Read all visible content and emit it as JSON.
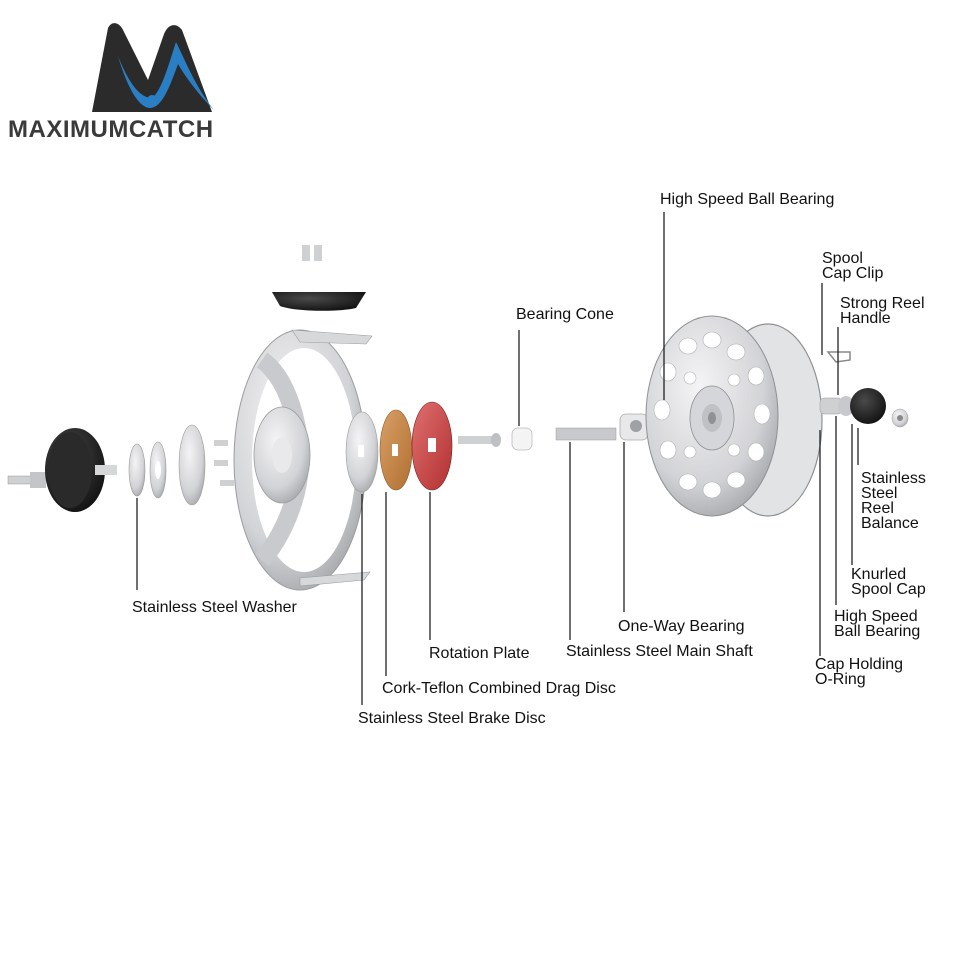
{
  "brand": {
    "name": "MAXIMUMCATCH",
    "logo_colors": {
      "dark": "#2b2b2b",
      "blue": "#2a7fc4"
    }
  },
  "labels": {
    "stainless_steel_washer": "Stainless  Steel Washer",
    "stainless_steel_brake_disc": "Stainless Steel Brake Disc",
    "cork_teflon_drag_disc": "Cork-Teflon Combined Drag Disc",
    "rotation_plate": "Rotation Plate",
    "bearing_cone": "Bearing Cone",
    "stainless_steel_main_shaft": "Stainless Steel Main Shaft",
    "one_way_bearing": "One-Way Bearing",
    "high_speed_ball_bearing_top": "High Speed Ball Bearing",
    "spool_cap_clip": [
      "Spool",
      "Cap Clip"
    ],
    "strong_reel_handle": [
      "Strong Reel",
      "Handle"
    ],
    "stainless_steel_reel_balance": [
      "Stainless",
      "Steel",
      "Reel",
      "Balance"
    ],
    "knurled_spool_cap": [
      "Knurled",
      "Spool Cap"
    ],
    "high_speed_ball_bearing_bottom": [
      "High Speed",
      "Ball Bearing"
    ],
    "cap_holding_o_ring": [
      "Cap Holding",
      "O-Ring"
    ]
  },
  "colors": {
    "silver": "#d9dadc",
    "silver_dark": "#a9abae",
    "black_part": "#1e1e1e",
    "cork": "#c98a4a",
    "rotation_plate": "#c94040",
    "leader_line": "#222222"
  }
}
